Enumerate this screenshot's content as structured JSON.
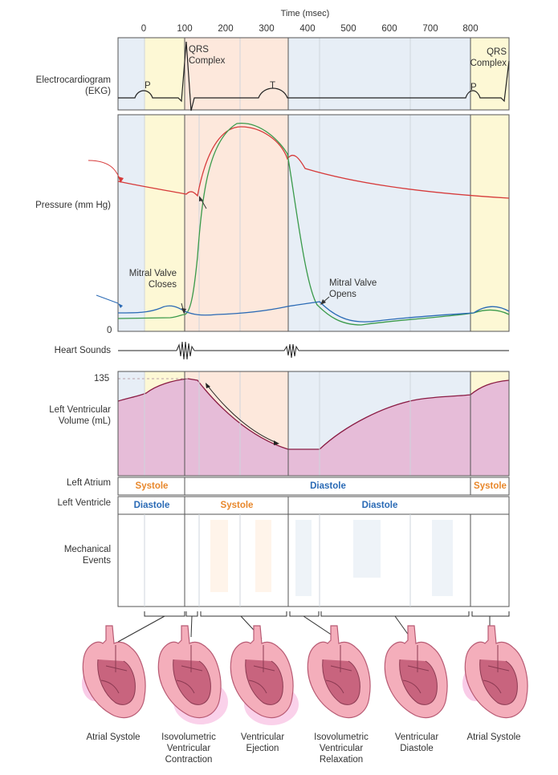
{
  "time_axis": {
    "title": "Time (msec)",
    "ticks": [
      "0",
      "100",
      "200",
      "300",
      "400",
      "500",
      "600",
      "700",
      "800"
    ]
  },
  "rows": {
    "ekg": "Electrocardiogram (EKG)",
    "pressure": "Pressure (mm Hg)",
    "heart_sounds": "Heart Sounds",
    "volume": "Left Ventricular Volume (mL)",
    "left_atrium": "Left Atrium",
    "left_ventricle": "Left Ventricle",
    "mechanical": "Mechanical Events"
  },
  "ekg_labels": {
    "qrs1": "QRS Complex",
    "qrs2": "QRS Complex",
    "p1": "P",
    "t": "T",
    "p2": "P"
  },
  "pressure_annotations": {
    "mitral_closes": "Mitral Valve Closes",
    "mitral_opens": "Mitral Valve Opens",
    "axis_zero": "0"
  },
  "volume_axis": {
    "max_label": "135"
  },
  "atrium_states": [
    "Systole",
    "Diastole",
    "Systole"
  ],
  "ventricle_states": [
    "Diastole",
    "Systole",
    "Diastole"
  ],
  "phases": [
    "Atrial Systole",
    "Isovolumetric Ventricular Contraction",
    "Ventricular Ejection",
    "Isovolumetric Ventricular Relaxation",
    "Ventricular Diastole",
    "Atrial Systole"
  ],
  "colors": {
    "panel_blue": "#e7eef6",
    "panel_yellow": "#fdf8d5",
    "panel_peach": "#fde8dc",
    "aortic_pressure": "#d63a3a",
    "ventricular_pressure": "#3a9a4a",
    "atrial_pressure": "#2a6ab5",
    "volume_fill": "#e6bcd8",
    "volume_line": "#8a1c44",
    "orange_text": "#e8872b",
    "blue_text": "#2a6ab5",
    "heart_pink": "#f4aebb",
    "glow_magenta": "#e62ea0"
  },
  "icons": [
    "heart-icon"
  ]
}
